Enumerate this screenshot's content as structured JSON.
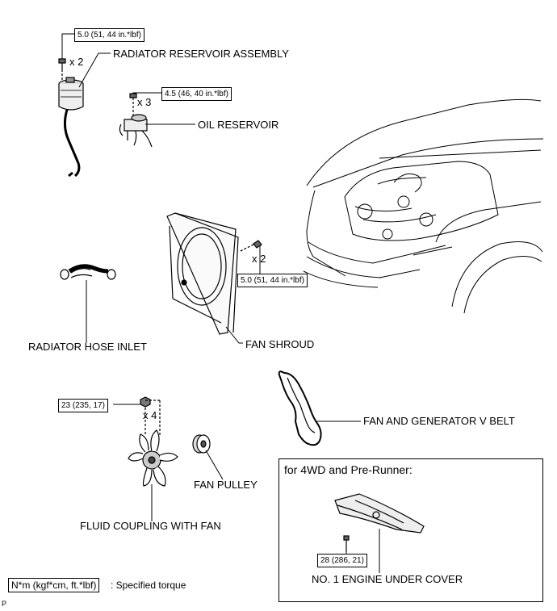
{
  "labels": {
    "radiator_reservoir": "RADIATOR RESERVOIR ASSEMBLY",
    "oil_reservoir": "OIL RESERVOIR",
    "radiator_hose_inlet": "RADIATOR HOSE INLET",
    "fan_shroud": "FAN SHROUD",
    "fan_generator_belt": "FAN AND GENERATOR V BELT",
    "fan_pulley": "FAN PULLEY",
    "fluid_coupling": "FLUID COUPLING WITH FAN",
    "engine_under_cover": "NO. 1 ENGINE UNDER COVER"
  },
  "torques": {
    "reservoir_bolt": "5.0 (51, 44 in.*lbf)",
    "oil_reservoir_bolt": "4.5 (46, 40 in.*lbf)",
    "shroud_bolt": "5.0 (51, 44 in.*lbf)",
    "coupling_nut": "23 (235, 17)",
    "under_cover_bolt": "28 (286, 21)"
  },
  "quantities": {
    "reservoir_bolts": "x 2",
    "oil_reservoir_bolts": "x 3",
    "shroud_bolts": "x 2",
    "coupling_nuts": "x 4"
  },
  "inset": {
    "title": "for 4WD and Pre-Runner:"
  },
  "legend": {
    "unit_box": "N*m (kgf*cm, ft.*lbf)",
    "description": ": Specified torque"
  },
  "corner_mark": "P"
}
